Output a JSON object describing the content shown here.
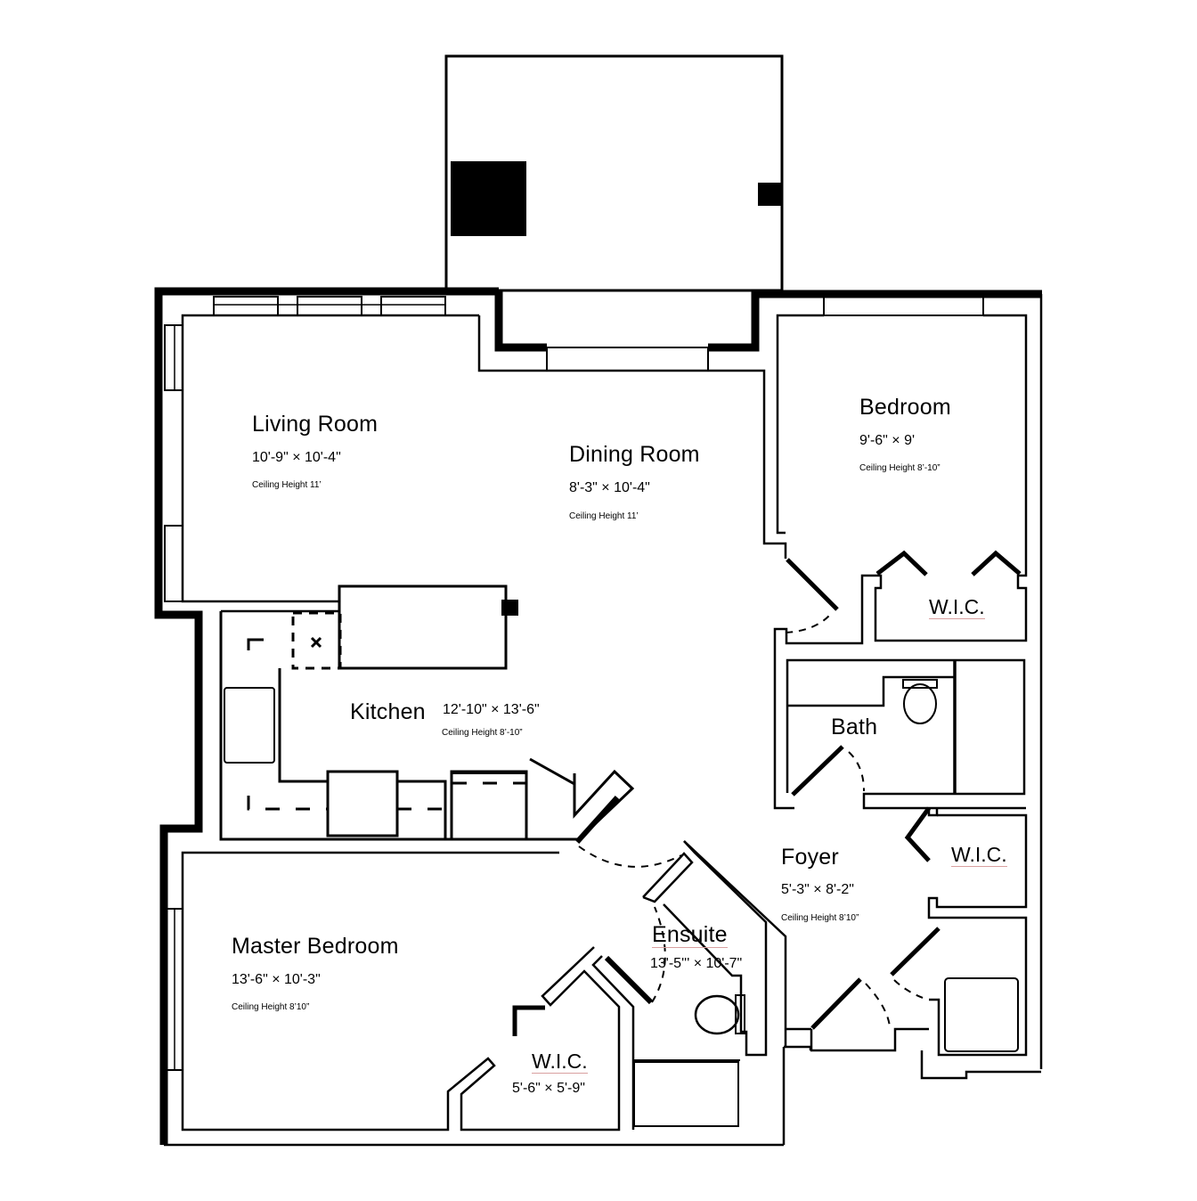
{
  "plan": {
    "type": "apartment floor plan",
    "colors": {
      "wall": "#000000",
      "background": "#ffffff",
      "spellcheck_underline": "#d9a0a0"
    }
  },
  "rooms": {
    "living_room": {
      "name": "Living Room",
      "dimensions": "10'-9\" × 10'-4\"",
      "ceiling": "Ceiling Height 11’"
    },
    "dining_room": {
      "name": "Dining Room",
      "dimensions": "8'-3\" × 10'-4\"",
      "ceiling": "Ceiling Height 11’"
    },
    "bedroom": {
      "name": "Bedroom",
      "dimensions": "9'-6\" × 9'",
      "ceiling": "Ceiling Height 8’-10”"
    },
    "bedroom_wic": {
      "name": "W.I.C."
    },
    "kitchen": {
      "name": "Kitchen",
      "dimensions": "12'-10\" × 13'-6\"",
      "ceiling": "Ceiling Height 8’-10”"
    },
    "bath": {
      "name": "Bath"
    },
    "foyer": {
      "name": "Foyer",
      "dimensions": "5'-3\" × 8'-2\"",
      "ceiling": "Ceiling Height 8’10”"
    },
    "foyer_wic": {
      "name": "W.I.C."
    },
    "master_bedroom": {
      "name": "Master Bedroom",
      "dimensions": "13'-6\" × 10'-3\"",
      "ceiling": "Ceiling Height 8’10”"
    },
    "ensuite": {
      "name": "Ensuite",
      "dimensions": "13'-5''' × 10'-7\""
    },
    "master_wic": {
      "name": "W.I.C.",
      "dimensions": "5'-6\" × 5'-9\""
    }
  }
}
